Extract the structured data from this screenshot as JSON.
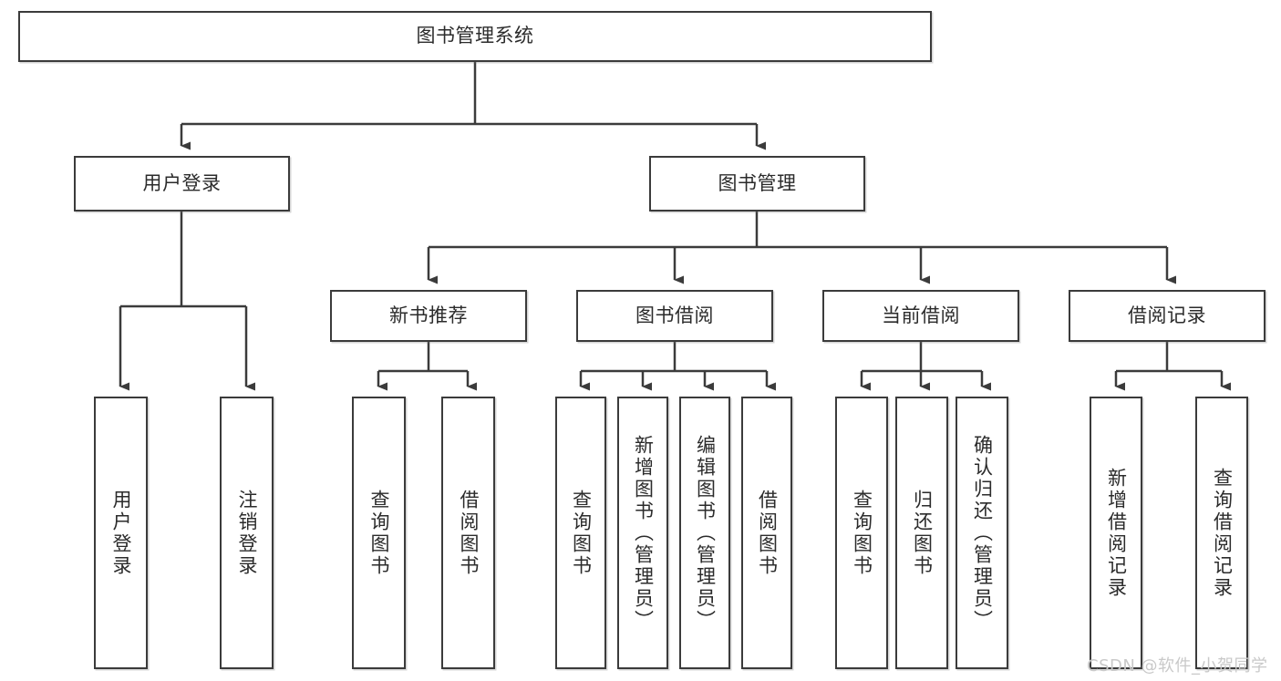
{
  "diagram": {
    "title": "图书管理系统",
    "type": "tree-hierarchy",
    "colors": {
      "stroke": "#3b3b3b",
      "fill": "#ffffff",
      "text": "#2b2b2b",
      "watermark": "#c9c9c9"
    },
    "root": {
      "label": "图书管理系统"
    },
    "level2": [
      {
        "label": "用户登录"
      },
      {
        "label": "图书管理"
      }
    ],
    "level3": [
      {
        "label": "新书推荐"
      },
      {
        "label": "图书借阅"
      },
      {
        "label": "当前借阅"
      },
      {
        "label": "借阅记录"
      }
    ],
    "leaves": {
      "user_login": [
        {
          "label": "用户登录"
        },
        {
          "label": "注销登录"
        }
      ],
      "new_book_recommend": [
        {
          "label": "查询图书"
        },
        {
          "label": "借阅图书"
        }
      ],
      "book_borrow": [
        {
          "label": "查询图书"
        },
        {
          "label": "新增图书（管理员）"
        },
        {
          "label": "编辑图书（管理员）"
        },
        {
          "label": "借阅图书"
        }
      ],
      "current_borrow": [
        {
          "label": "查询图书"
        },
        {
          "label": "归还图书"
        },
        {
          "label": "确认归还（管理员）"
        }
      ],
      "borrow_record": [
        {
          "label": "新增借阅记录"
        },
        {
          "label": "查询借阅记录"
        }
      ]
    }
  },
  "watermark": {
    "text": "CSDN @软件_小贺同学"
  }
}
